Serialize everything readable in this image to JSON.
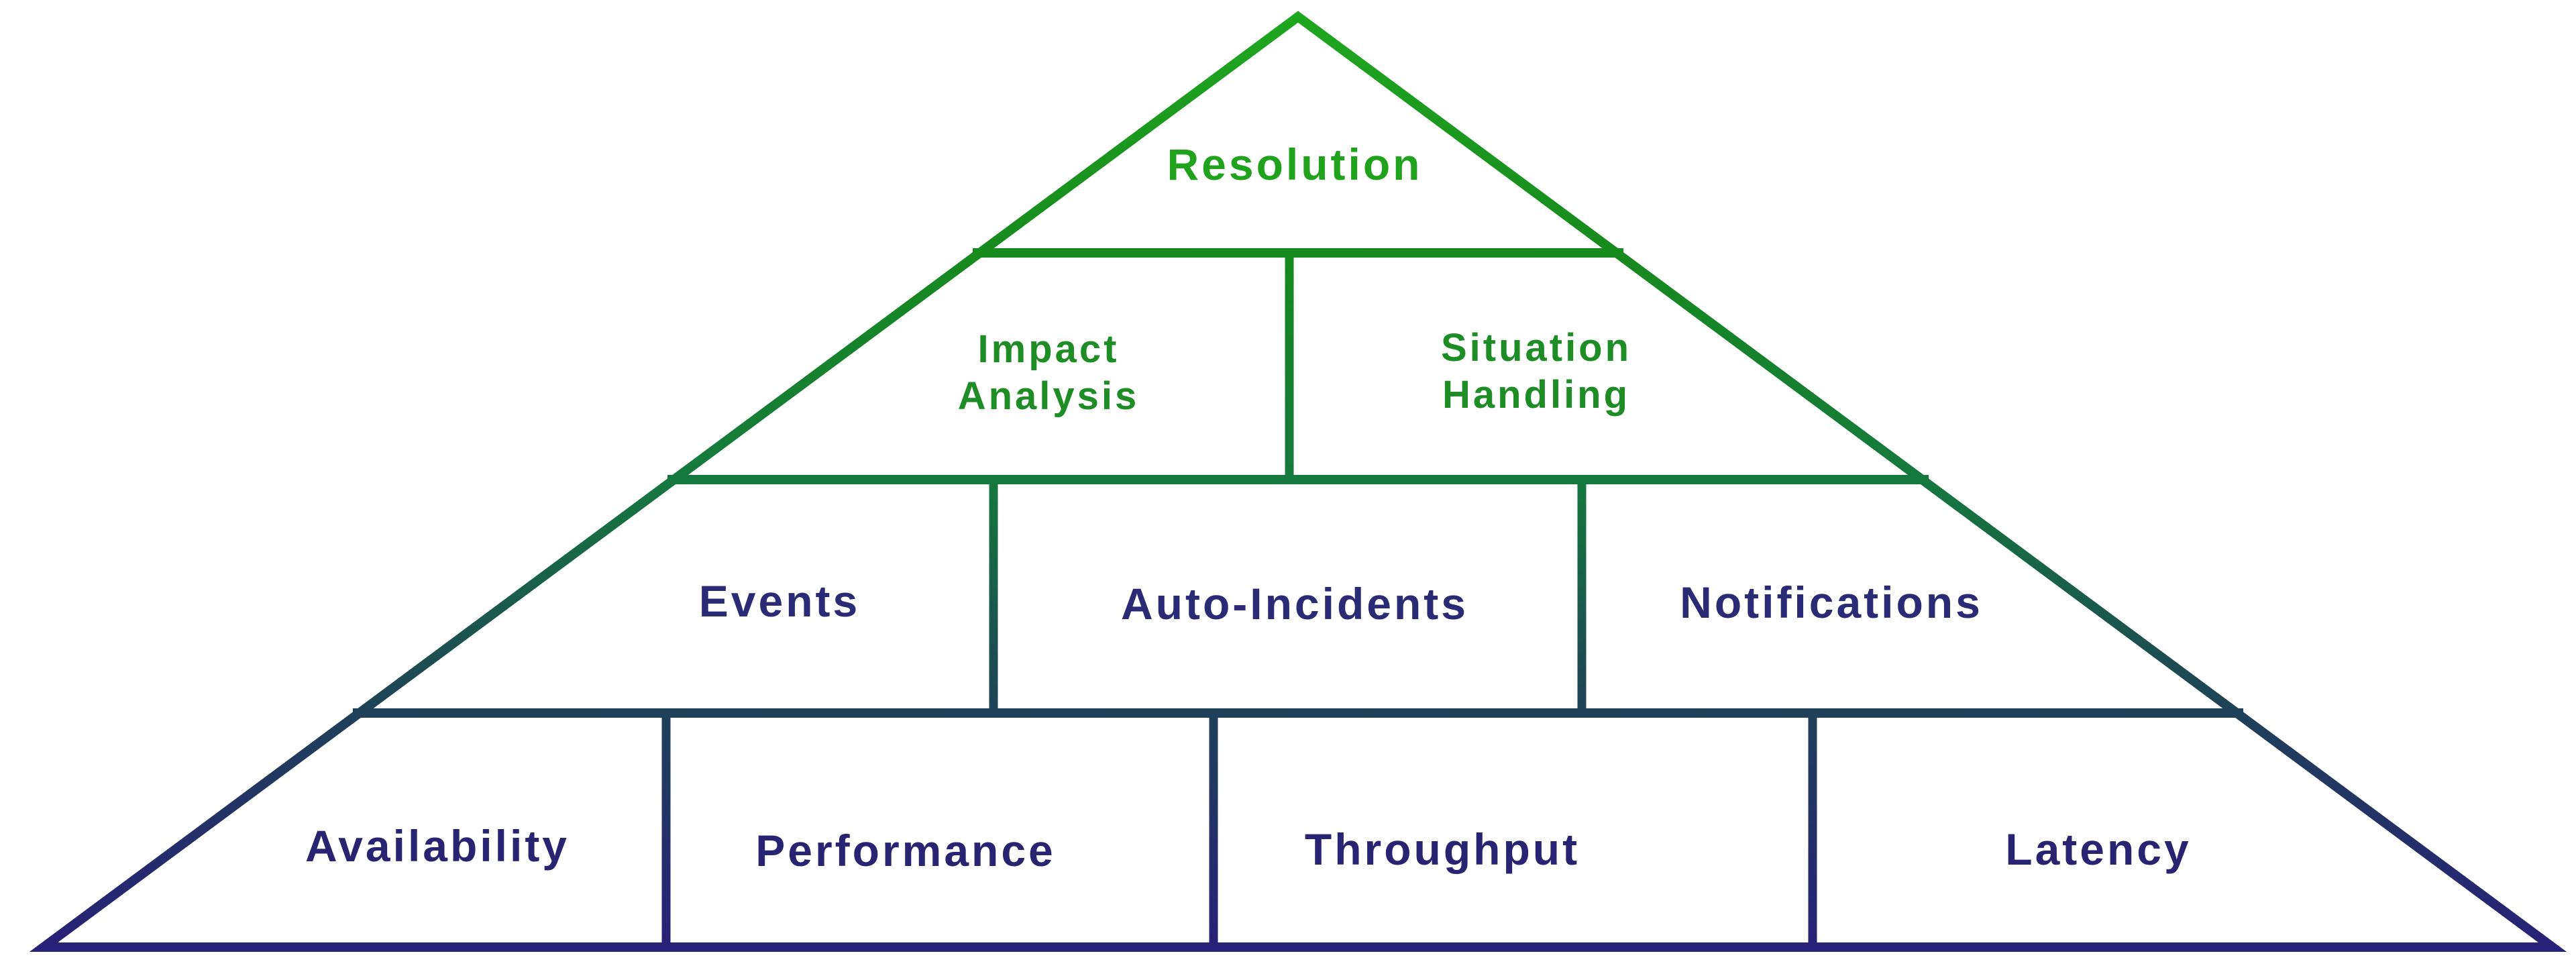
{
  "colors": {
    "background": "#ffffff",
    "border_gradient_stops": [
      "#1fa71f",
      "#178a1e",
      "#15783e",
      "#1f4058",
      "#282178"
    ],
    "tier1_text": "#21a21c",
    "tier2_text": "#1e8d26",
    "tier3_text": "#2b2a74",
    "tier4_text": "#292471"
  },
  "pyramid": {
    "type": "pyramid-diagram",
    "levels": [
      {
        "tier": 1,
        "cells": [
          {
            "label": "Resolution"
          }
        ]
      },
      {
        "tier": 2,
        "cells": [
          {
            "label": "Impact\nAnalysis"
          },
          {
            "label": "Situation\nHandling"
          }
        ]
      },
      {
        "tier": 3,
        "cells": [
          {
            "label": "Events"
          },
          {
            "label": "Auto-Incidents"
          },
          {
            "label": "Notifications"
          }
        ]
      },
      {
        "tier": 4,
        "cells": [
          {
            "label": "Availability"
          },
          {
            "label": "Performance"
          },
          {
            "label": "Throughput"
          },
          {
            "label": "Latency"
          }
        ]
      }
    ]
  }
}
